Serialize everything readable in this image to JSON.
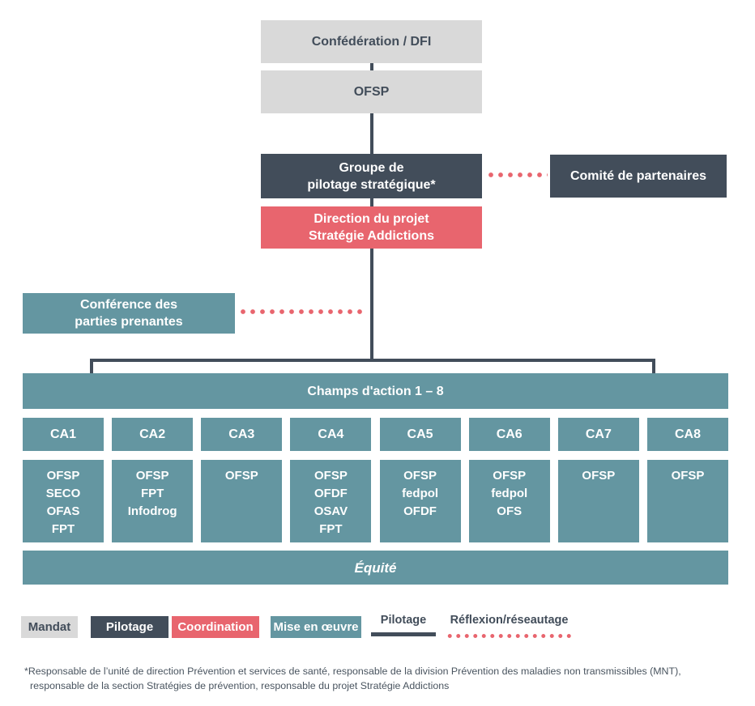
{
  "palette": {
    "mandate_gray": "#d9d9d9",
    "steering_dark": "#424d5a",
    "coordination_red": "#e8656e",
    "implementation_teal": "#6496a1"
  },
  "chart": {
    "confederation": "Confédération / DFI",
    "ofsp": "OFSP",
    "steering_group": "Groupe de\npilotage stratégique*",
    "partner_committee": "Comité de partenaires",
    "project_direction": "Direction du projet\nStratégie Addictions",
    "stakeholder_conference": "Conférence des\nparties prenantes",
    "action_fields_header": "Champs d'action 1 – 8",
    "equity": "Équité",
    "action_fields": [
      {
        "label": "CA1",
        "orgs": [
          "OFSP",
          "SECO",
          "OFAS",
          "FPT"
        ]
      },
      {
        "label": "CA2",
        "orgs": [
          "OFSP",
          "FPT",
          "Infodrog"
        ]
      },
      {
        "label": "CA3",
        "orgs": [
          "OFSP"
        ]
      },
      {
        "label": "CA4",
        "orgs": [
          "OFSP",
          "OFDF",
          "OSAV",
          "FPT"
        ]
      },
      {
        "label": "CA5",
        "orgs": [
          "OFSP",
          "fedpol",
          "OFDF"
        ]
      },
      {
        "label": "CA6",
        "orgs": [
          "OFSP",
          "fedpol",
          "OFS"
        ]
      },
      {
        "label": "CA7",
        "orgs": [
          "OFSP"
        ]
      },
      {
        "label": "CA8",
        "orgs": [
          "OFSP"
        ]
      }
    ]
  },
  "legend": {
    "mandat": "Mandat",
    "pilotage_box": "Pilotage",
    "coordination": "Coordination",
    "mise_en_oeuvre": "Mise en œuvre",
    "pilotage_line": "Pilotage",
    "reflexion_line": "Réflexion/réseautage"
  },
  "footnote": {
    "line1": "*Responsable de l’unité de direction Prévention et services de santé, responsable de la division Prévention des maladies non transmissibles (MNT),",
    "line2": "responsable de la section Stratégies de prévention, responsable du projet Stratégie Addictions"
  }
}
